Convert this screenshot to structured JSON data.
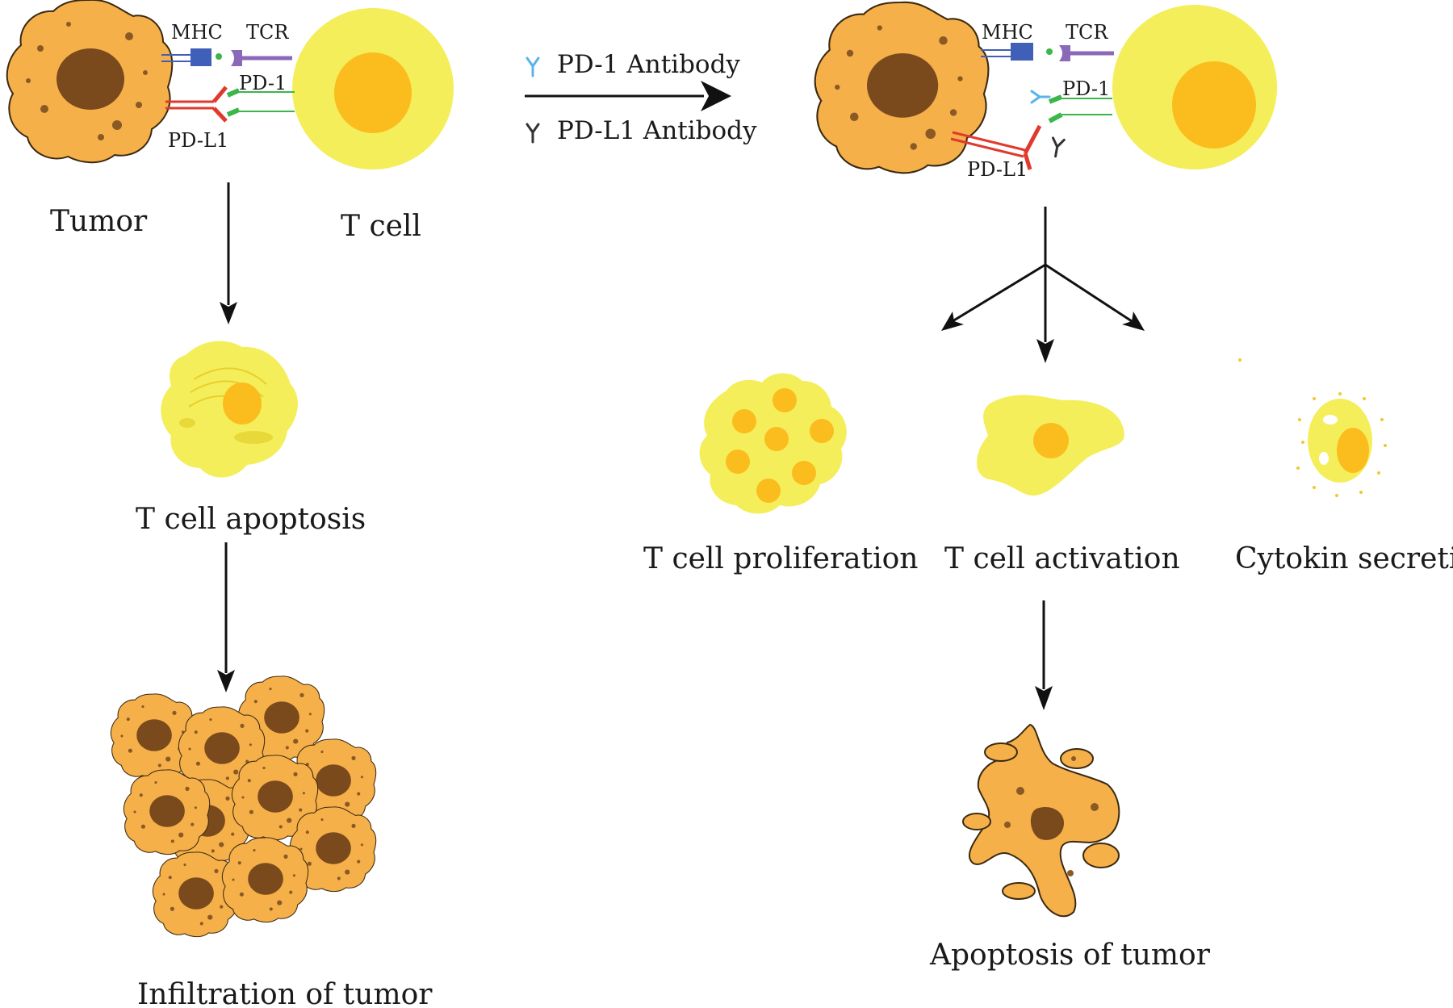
{
  "legend": {
    "pd1_antibody": "PD-1 Antibody",
    "pdl1_antibody": "PD-L1 Antibody"
  },
  "left_panel": {
    "mhc": "MHC",
    "tcr": "TCR",
    "pd1": "PD-1",
    "pdl1": "PD-L1",
    "tumor": "Tumor",
    "tcell": "T cell",
    "apoptosis": "T cell apoptosis",
    "infiltration": "Infiltration of tumor"
  },
  "right_panel": {
    "mhc": "MHC",
    "tcr": "TCR",
    "pd1": "PD-1",
    "pdl1": "PD-L1",
    "proliferation": "T cell proliferation",
    "activation": "T cell activation",
    "cytokine": "Cytokin secretion",
    "tumor_apoptosis": "Apoptosis of tumor"
  },
  "colors": {
    "tumor": "#f6b04a",
    "nucleus": "#7a4a1c",
    "tcell": "#f4ee5a",
    "tcell_nucleus": "#fbbc1e",
    "mhc": "#3f5fb8",
    "tcr": "#8a6ab8",
    "pd1": "#3cb54a",
    "pdl1": "#e03a2e",
    "pd1_antibody": "#5ab4e8",
    "pdl1_antibody": "#333333"
  }
}
